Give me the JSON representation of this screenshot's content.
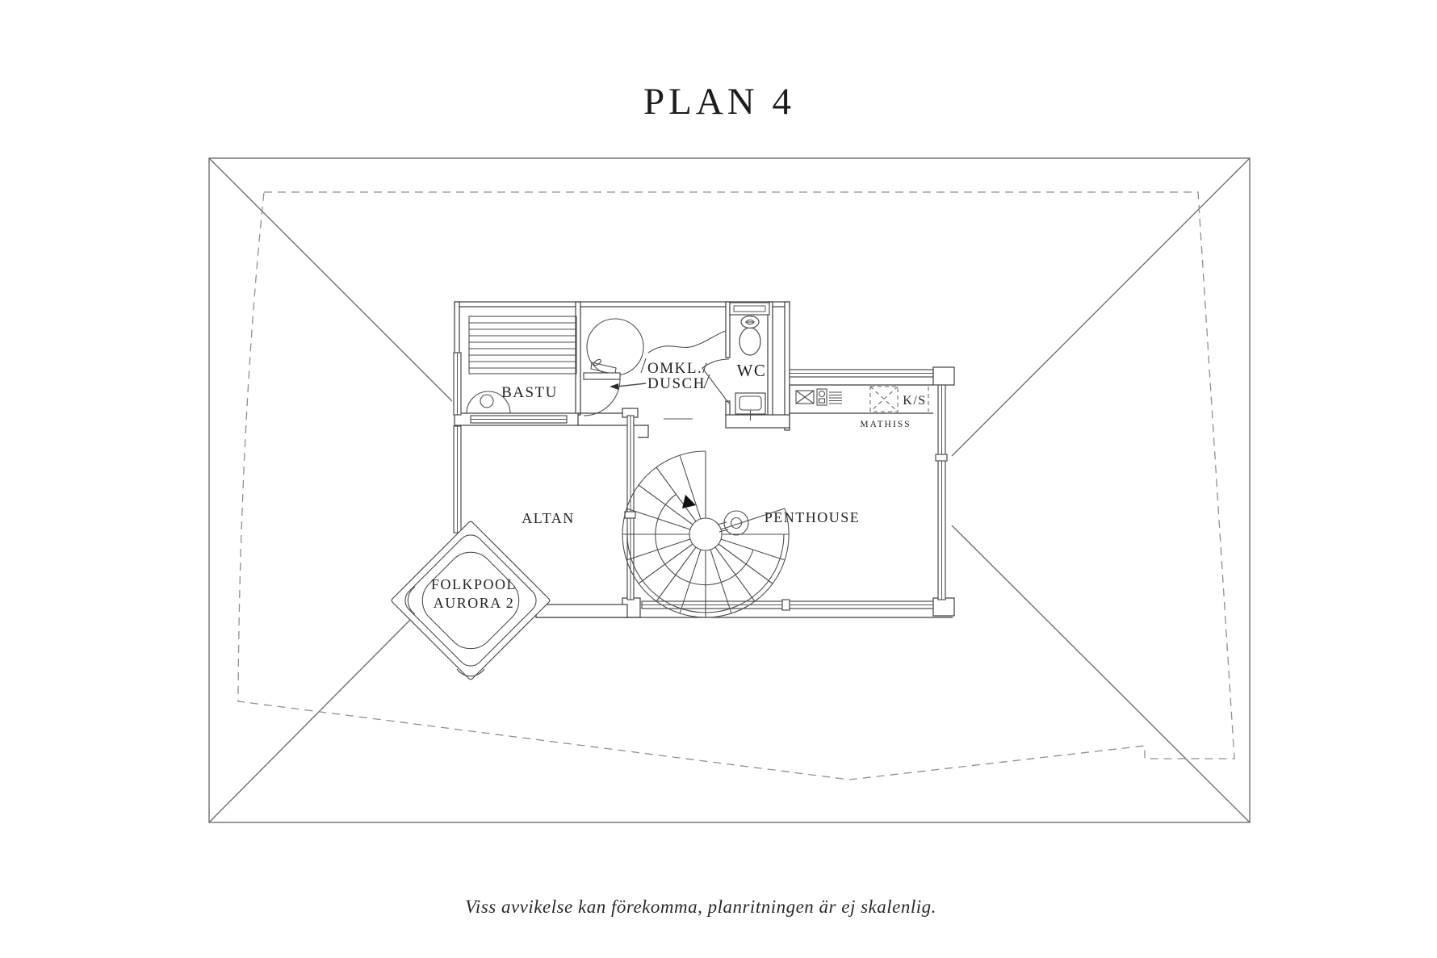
{
  "page": {
    "title": "PLAN 4",
    "disclaimer": "Viss avvikelse kan förekomma, planritningen är ej skalenlig.",
    "background": "#ffffff"
  },
  "rooms": {
    "sauna": "BASTU",
    "changing_shower_line1": "OMKL./",
    "changing_shower_line2": "DUSCH",
    "wc": "WC",
    "fridge_freezer": "K/S",
    "dumbwaiter": "MATHISS",
    "penthouse": "PENTHOUSE",
    "terrace": "ALTAN",
    "pool_line1": "FOLKPOOL",
    "pool_line2": "AURORA 2"
  },
  "colors": {
    "line": "#3c3c3c",
    "site_line": "#6f6f6f",
    "dashed_boundary": "#8f8f8f",
    "text": "#232323",
    "background": "#ffffff"
  }
}
